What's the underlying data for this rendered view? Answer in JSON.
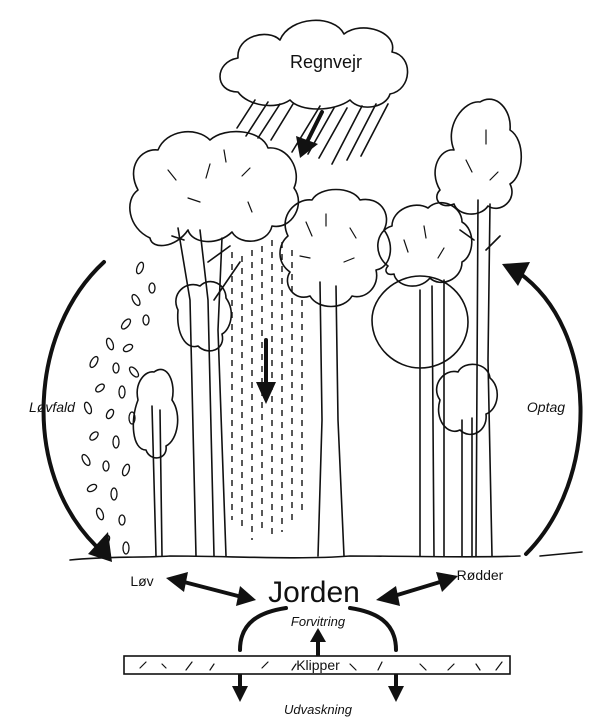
{
  "labels": {
    "rain": "Regnvejr",
    "leaf_fall": "Løvfald",
    "uptake": "Optag",
    "leaves": "Løv",
    "soil": "Jorden",
    "roots": "Rødder",
    "weathering": "Forvitring",
    "rocks": "Klipper",
    "leaching": "Udvaskning"
  }
}
